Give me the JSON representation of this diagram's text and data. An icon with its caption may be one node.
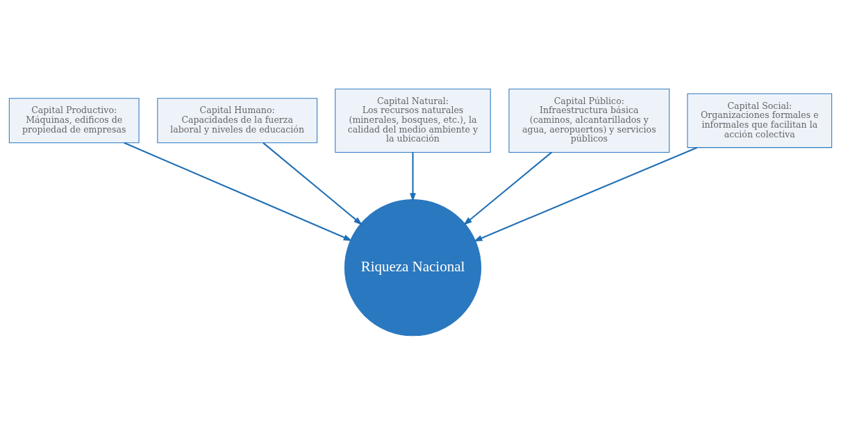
{
  "diagram": {
    "nodes": [
      {
        "text": [
          "Capital Productivo:",
          "Máquinas, edificos de propiedad de empresas"
        ]
      },
      {
        "text": [
          "Capital Humano:",
          "Capacidades de la fuerza laboral y niveles de educación"
        ]
      },
      {
        "text": [
          "Capital Natural:",
          "Los recursos naturales (minerales, bosques, etc.), la calidad del medio ambiente y la ubicación"
        ]
      },
      {
        "text": [
          "Capital Público:",
          "Infraestructura básica (caminos, alcantarillados y agua, aeropuertos) y servicios públicos"
        ]
      },
      {
        "text": [
          "Capital Social:",
          "Organizaciones formales e informales que facilitan la acción colectiva"
        ]
      },
      {
        "text": [
          "Riqueza Nacional"
        ]
      }
    ],
    "edges": [
      {
        "from": 0,
        "to": 5,
        "arrow": "to"
      },
      {
        "from": 1,
        "to": 5,
        "arrow": "to"
      },
      {
        "from": 2,
        "to": 5,
        "arrow": "to"
      },
      {
        "from": 3,
        "to": 5,
        "arrow": "to"
      },
      {
        "from": 4,
        "to": 5,
        "arrow": "to"
      }
    ]
  }
}
